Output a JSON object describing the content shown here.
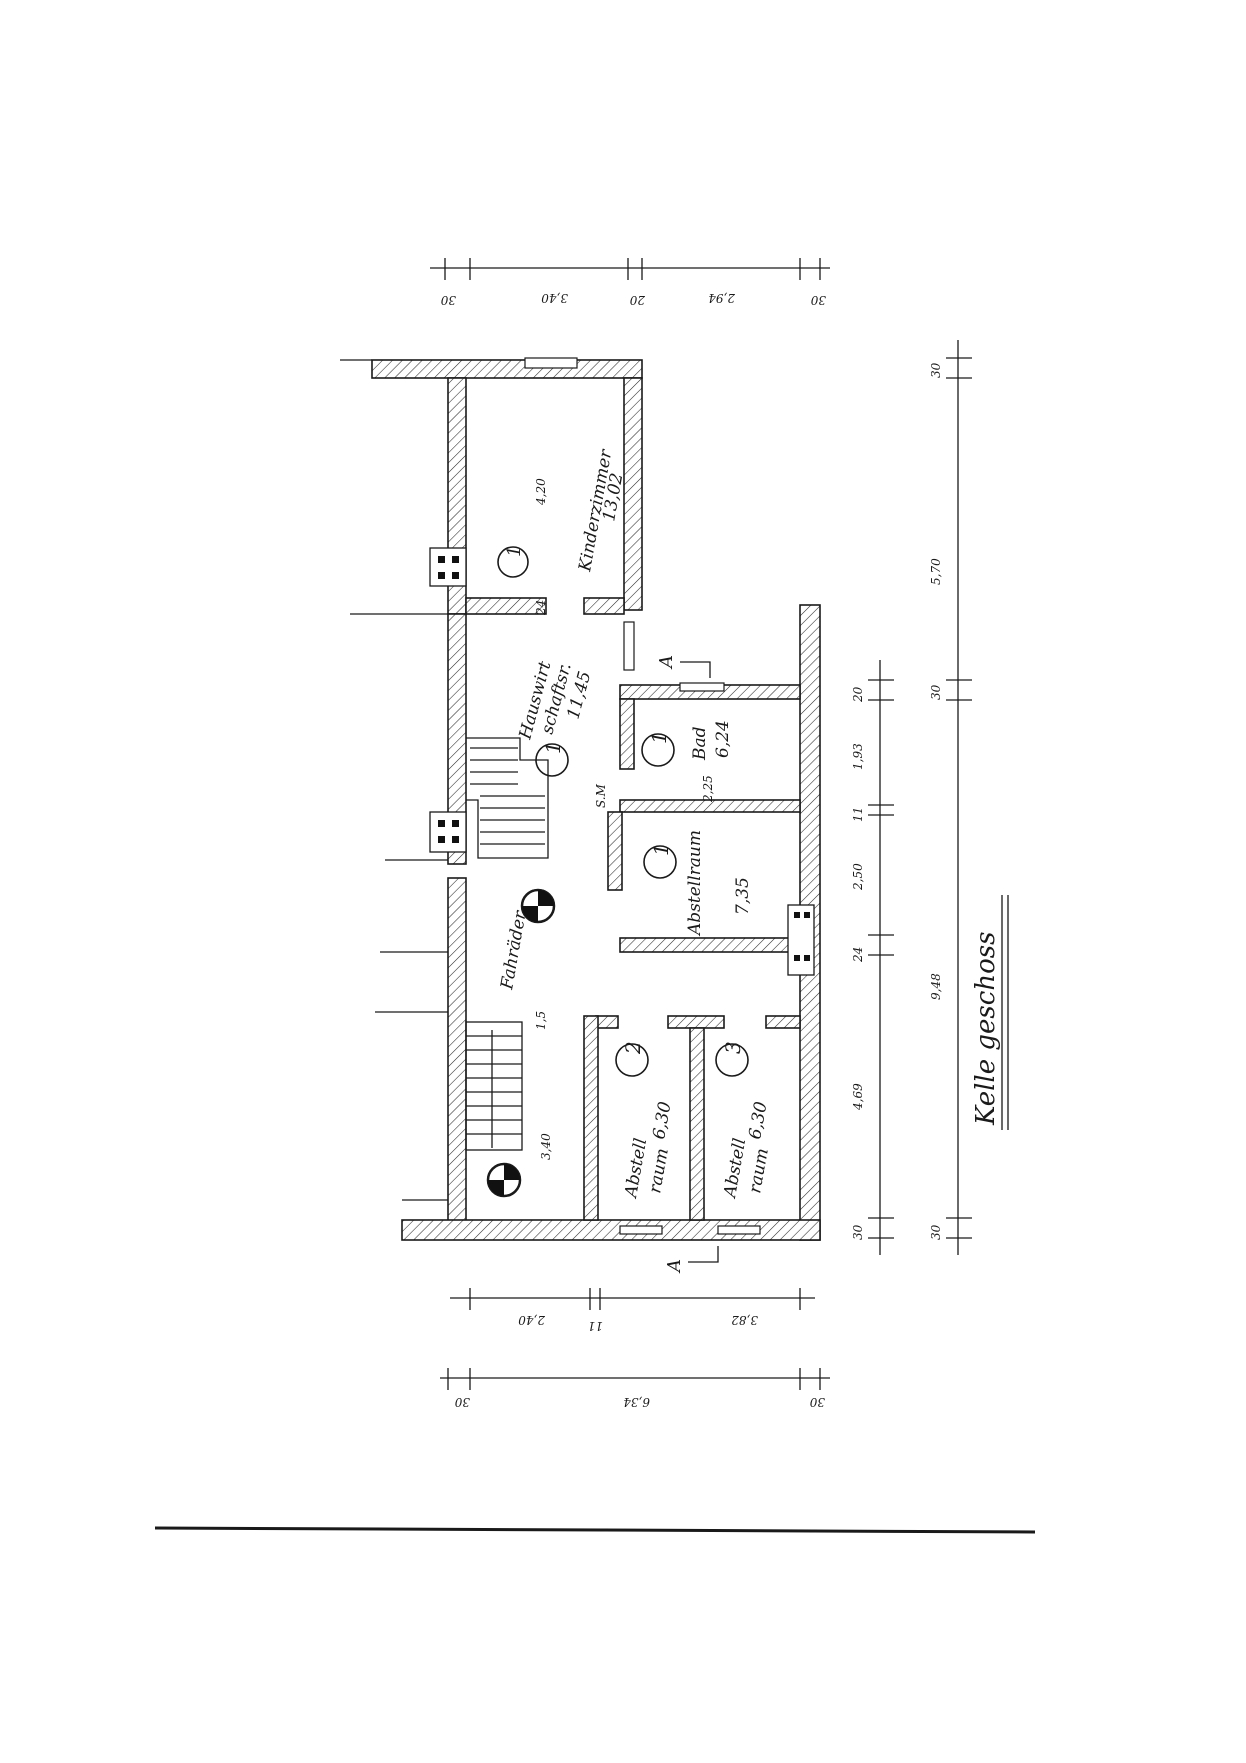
{
  "drawing": {
    "title": "Kelle geschoss"
  },
  "rooms": [
    {
      "id": "kinderzimmer",
      "name": "Kinderzimmer",
      "area": "13,02",
      "number": "1",
      "dim": "4,20"
    },
    {
      "id": "hauswirtschaft",
      "name_1": "Hauswirt",
      "name_2": "schaftsr.",
      "area": "11,45",
      "number": "1"
    },
    {
      "id": "bad",
      "name": "Bad",
      "area": "6,24",
      "number": "1"
    },
    {
      "id": "abstellraum1",
      "name": "Abstellraum",
      "area": "7,35",
      "number": "1"
    },
    {
      "id": "fahrraeder",
      "name": "Fahräder"
    },
    {
      "id": "abstellraum2",
      "name_1": "Abstell",
      "name_2": "raum",
      "area": "6,30",
      "number": "2"
    },
    {
      "id": "abstellraum3",
      "name_1": "Abstell",
      "name_2": "raum",
      "area": "6,30",
      "number": "3"
    }
  ],
  "dimensions": {
    "top": [
      "30",
      "3,40",
      "20",
      "2,94",
      "30"
    ],
    "right_outer": [
      "30",
      "5,70",
      "30",
      "9,48",
      "30"
    ],
    "right_inner": [
      "20",
      "1,93",
      "11",
      "2,50",
      "24",
      "4,69",
      "30"
    ],
    "bottom_1": [
      "2,40",
      "11",
      "3,82"
    ],
    "bottom_2": [
      "30",
      "6,34",
      "30"
    ],
    "interior": [
      "24",
      "3,40",
      "1,5",
      "2,25",
      "S.M"
    ]
  },
  "section_marks": [
    "A",
    "A"
  ]
}
